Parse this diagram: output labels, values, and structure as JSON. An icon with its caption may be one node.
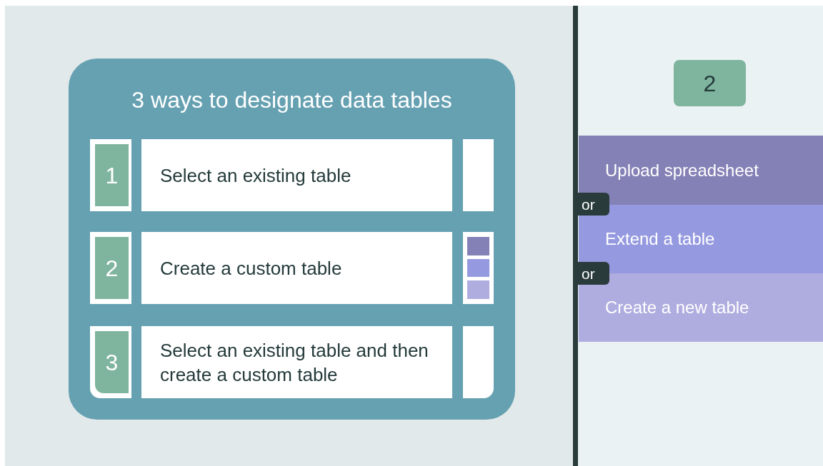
{
  "diagram": {
    "nodes": [
      {
        "text": [
          "3 ways to designate data tables"
        ]
      },
      {
        "text": [
          "1"
        ],
        "in": 0
      },
      {
        "text": [
          "Select an existing table"
        ],
        "in": 0
      },
      {
        "text": [],
        "shape": "box",
        "in": 0
      },
      {
        "text": [
          "2"
        ],
        "in": 0
      },
      {
        "text": [
          "Create a custom table"
        ],
        "in": 0
      },
      {
        "text": [],
        "shape": "box",
        "in": 0
      },
      {
        "text": [
          "3"
        ],
        "in": 0
      },
      {
        "text": [
          "Select an existing table and then create a custom table"
        ],
        "in": 0
      },
      {
        "text": [],
        "shape": "box",
        "in": 0
      },
      {
        "text": [
          "2"
        ]
      },
      {
        "text": [
          "Upload spreadsheet"
        ]
      },
      {
        "text": [
          "or"
        ]
      },
      {
        "text": [
          "Extend a table"
        ]
      },
      {
        "text": [
          "or"
        ]
      },
      {
        "text": [
          "Create a new table"
        ]
      }
    ],
    "edges": []
  }
}
